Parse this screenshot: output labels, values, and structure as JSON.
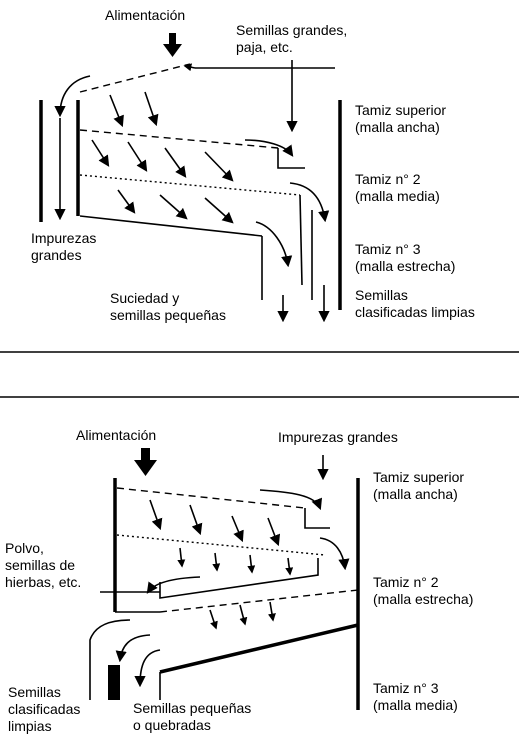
{
  "top_diagram": {
    "feed_label": "Alimentación",
    "large_seeds_label": "Semillas grandes,\npaja, etc.",
    "upper_sieve": "Tamiz superior\n(malla ancha)",
    "sieve_2": "Tamiz n° 2\n(malla media)",
    "sieve_3": "Tamiz n° 3\n(malla estrecha)",
    "large_impurities": "Impurezas\ngrandes",
    "dirt_small_seeds": "Suciedad y\nsemillas pequeñas",
    "clean_seeds": "Semillas\nclasificadas limpias"
  },
  "bottom_diagram": {
    "feed_label": "Alimentación",
    "large_impurities": "Impurezas grandes",
    "upper_sieve": "Tamiz superior\n(malla ancha)",
    "sieve_2": "Tamiz n° 2\n(malla estrecha)",
    "sieve_3": "Tamiz n° 3\n(malla media)",
    "dust_label": "Polvo,\nsemillas de\nhierbas, etc.",
    "clean_seeds": "Semillas\nclasificadas\nlimpias",
    "small_broken": "Semillas pequeñas\no quebradas"
  }
}
